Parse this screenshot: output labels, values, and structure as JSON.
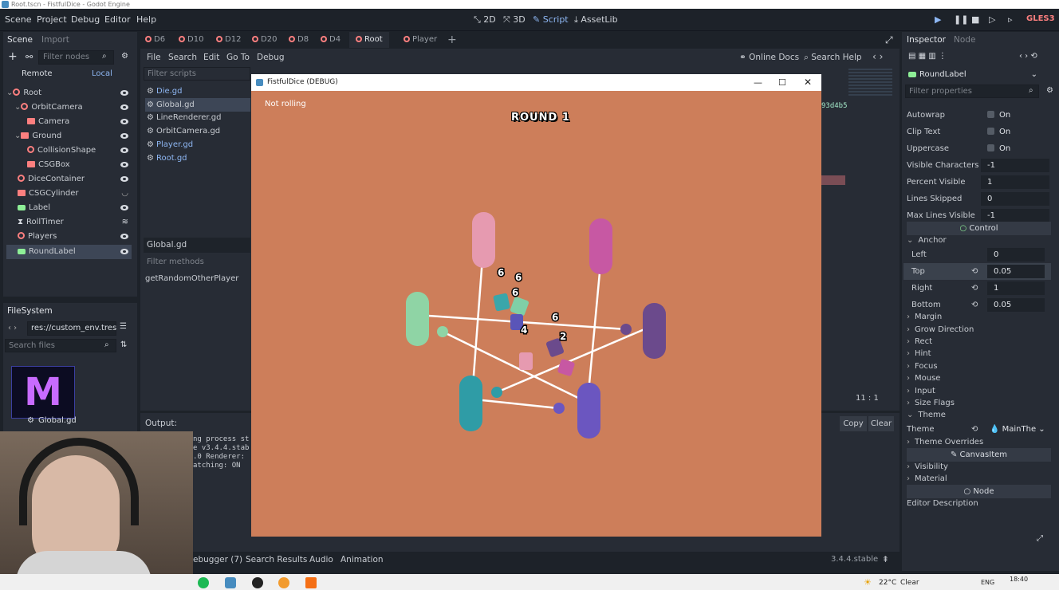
{
  "window": {
    "title": "Root.tscn - FistfulDice - Godot Engine"
  },
  "menu": {
    "items": [
      "Scene",
      "Project",
      "Debug",
      "Editor",
      "Help"
    ]
  },
  "workspaces": [
    "2D",
    "3D",
    "Script",
    "AssetLib"
  ],
  "renderer": "GLES3",
  "scene_dock": {
    "tabs": [
      "Scene",
      "Import"
    ],
    "filter_placeholder": "Filter nodes",
    "remote": "Remote",
    "local": "Local",
    "nodes": [
      "Root",
      "OrbitCamera",
      "Camera",
      "Ground",
      "CollisionShape",
      "CSGBox",
      "DiceContainer",
      "CSGCylinder",
      "Label",
      "RollTimer",
      "Players",
      "RoundLabel"
    ]
  },
  "filesystem": {
    "title": "FileSystem",
    "path": "res://custom_env.tres",
    "search_placeholder": "Search files",
    "file": "Global.gd"
  },
  "editor_tabs": [
    "D6",
    "D10",
    "D12",
    "D20",
    "D8",
    "D4",
    "Root",
    "Player"
  ],
  "script_menu": [
    "File",
    "Search",
    "Edit",
    "Go To",
    "Debug"
  ],
  "script_help": {
    "online_docs": "Online Docs",
    "search_help": "Search Help"
  },
  "scripts": {
    "filter_placeholder": "Filter scripts",
    "items": [
      "Die.gd",
      "Global.gd",
      "LineRenderer.gd",
      "OrbitCamera.gd",
      "Player.gd",
      "Root.gd"
    ],
    "current": "Global.gd",
    "filter_methods": "Filter methods",
    "methods": [
      "getRandomOtherPlayer"
    ]
  },
  "code": {
    "hash": "93d4b5",
    "line_col": "11 :   1"
  },
  "output": {
    "title": "Output:",
    "copy": "Copy",
    "clear": "Clear",
    "lines": [
      "ng process st",
      "e v3.4.4.stab",
      ".0 Renderer:",
      "atching: ON"
    ]
  },
  "bottom_tabs": [
    "ebugger (7)",
    "Search Results",
    "Audio",
    "Animation"
  ],
  "version": "3.4.4.stable",
  "game": {
    "title": "FistfulDice (DEBUG)",
    "status": "Not rolling",
    "round": "ROUND 1",
    "dice_labels": [
      "6",
      "6",
      "6",
      "6",
      "4",
      "2"
    ]
  },
  "inspector": {
    "tabs": [
      "Inspector",
      "Node"
    ],
    "node": "RoundLabel",
    "filter_placeholder": "Filter properties",
    "rows": [
      {
        "label": "Autowrap",
        "value": "On"
      },
      {
        "label": "Clip Text",
        "value": "On"
      },
      {
        "label": "Uppercase",
        "value": "On"
      },
      {
        "label": "Visible Characters",
        "value": "-1"
      },
      {
        "label": "Percent Visible",
        "value": "1"
      },
      {
        "label": "Lines Skipped",
        "value": "0"
      },
      {
        "label": "Max Lines Visible",
        "value": "-1"
      }
    ],
    "control": "Control",
    "anchor": "Anchor",
    "anchors": [
      {
        "label": "Left",
        "value": "0"
      },
      {
        "label": "Top",
        "value": "0.05"
      },
      {
        "label": "Right",
        "value": "1"
      },
      {
        "label": "Bottom",
        "value": "0.05"
      }
    ],
    "sections": [
      "Margin",
      "Grow Direction",
      "Rect",
      "Hint",
      "Focus",
      "Mouse",
      "Input",
      "Size Flags"
    ],
    "theme_sec": "Theme",
    "theme_label": "Theme",
    "theme_value": "MainThe",
    "overrides": "Theme Overrides",
    "canvas_item": "CanvasItem",
    "vis": "Visibility",
    "material": "Material",
    "node_hdr": "Node",
    "editor_desc": "Editor Description"
  },
  "taskbar": {
    "weather": "22°C",
    "clear": "Clear",
    "lang": "ENG",
    "time": "18:40"
  }
}
